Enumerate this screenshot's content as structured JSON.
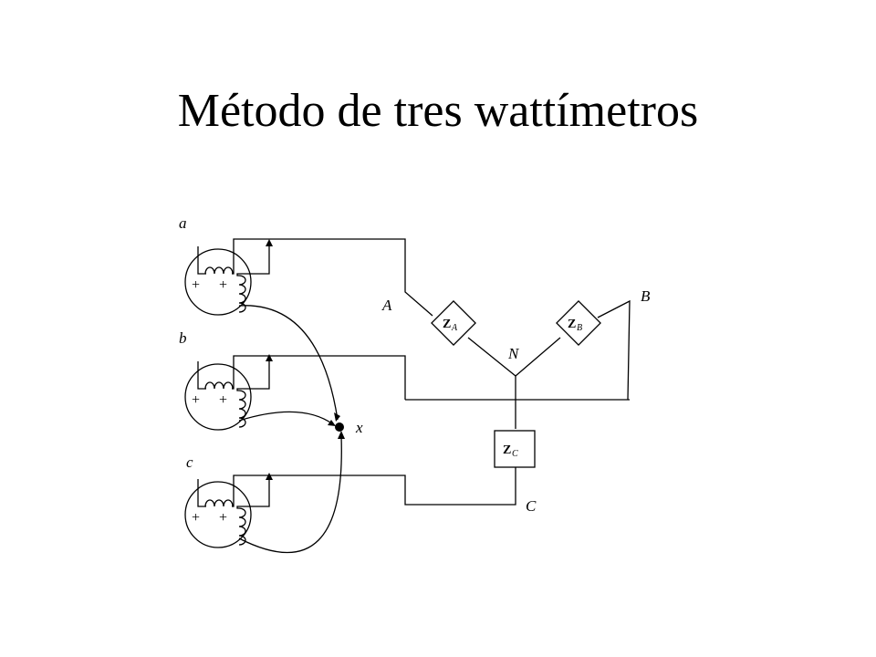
{
  "title": "Método de tres wattímetros",
  "labels": {
    "phase_a": "a",
    "phase_b": "b",
    "phase_c": "c",
    "terminal_A": "A",
    "terminal_B": "B",
    "terminal_C": "C",
    "neutral": "N",
    "common_point": "x"
  },
  "impedances": {
    "za": {
      "main": "Z",
      "sub": "A"
    },
    "zb": {
      "main": "Z",
      "sub": "B"
    },
    "zc": {
      "main": "Z",
      "sub": "C"
    }
  },
  "polarity_mark": "+"
}
